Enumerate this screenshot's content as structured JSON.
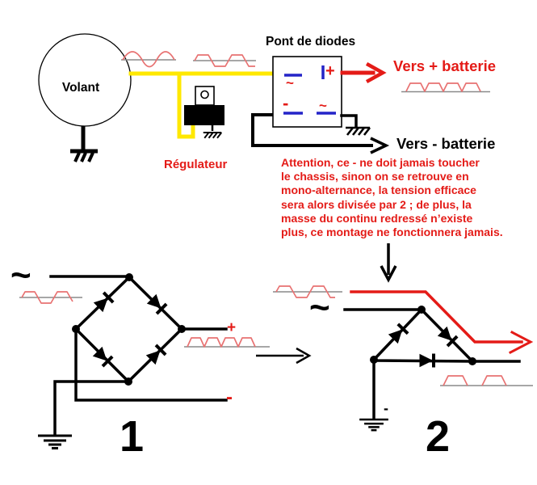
{
  "colors": {
    "background": "#ffffff",
    "line_black": "#000000",
    "wire_yellow": "#ffe800",
    "signal_red": "#e41b17",
    "waveform_red": "#e87272",
    "terminal_blue": "#2424c8",
    "baseline_gray": "#8a8a8a"
  },
  "flywheel": {
    "label": "Volant"
  },
  "regulator": {
    "label": "Régulateur"
  },
  "diode_bridge": {
    "title": "Pont de diodes",
    "ac_top": "~",
    "dc_plus": "+",
    "dc_minus": "-",
    "ac_bottom": "~"
  },
  "outputs": {
    "to_plus_battery": "Vers + batterie",
    "to_minus_battery": "Vers - batterie"
  },
  "warning": {
    "lines": [
      "Attention, ce - ne doit jamais toucher",
      "le chassis, sinon on se retrouve en",
      "mono-alternance, la tension efficace",
      "sera alors divisée par 2 ; de plus, la",
      "masse du continu redressé n’existe",
      "plus, ce montage ne fonctionnera jamais."
    ]
  },
  "diagram1": {
    "number": "1",
    "ac_symbol": "~",
    "plus_label": "+",
    "minus_label": "-"
  },
  "diagram2": {
    "number": "2",
    "ac_symbol": "~",
    "minus_label": "-"
  }
}
